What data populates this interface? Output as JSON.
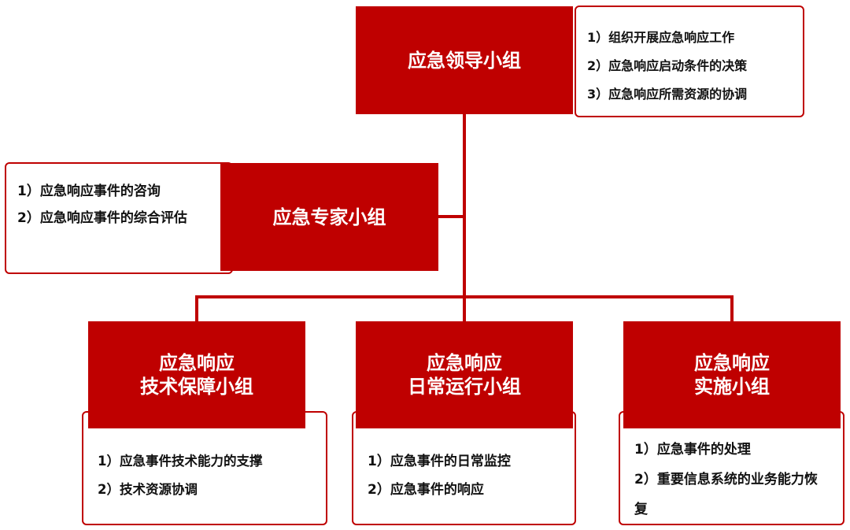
{
  "colors": {
    "accent": "#bf0000",
    "text": "#111111",
    "box_text": "#ffffff"
  },
  "groups": {
    "leadership": {
      "title": "应急领导小组",
      "duties": [
        "1）组织开展应急响应工作",
        "2）应急响应启动条件的决策",
        "3）应急响应所需资源的协调"
      ]
    },
    "expert": {
      "title": "应急专家小组",
      "duties": [
        "1）应急响应事件的咨询",
        "2）应急响应事件的综合评估"
      ]
    },
    "tech_support": {
      "title_line1": "应急响应",
      "title_line2": "技术保障小组",
      "duties": [
        "1）应急事件技术能力的支撑",
        "2）技术资源协调"
      ]
    },
    "daily_ops": {
      "title_line1": "应急响应",
      "title_line2": "日常运行小组",
      "duties": [
        "1）应急事件的日常监控",
        "2）应急事件的响应"
      ]
    },
    "implementation": {
      "title_line1": "应急响应",
      "title_line2": "实施小组",
      "duties": [
        "1）应急事件的处理",
        "2）重要信息系统的业务能力恢复"
      ]
    }
  }
}
